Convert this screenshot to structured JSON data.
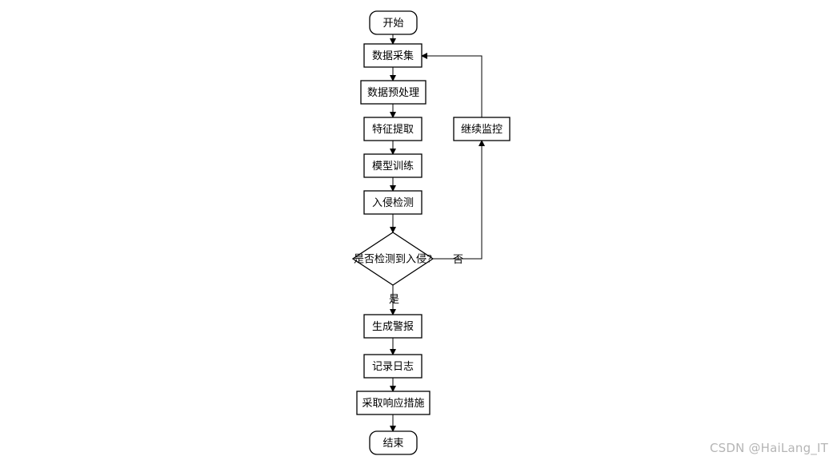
{
  "flowchart": {
    "nodes": [
      {
        "id": "start",
        "shape": "rounded",
        "label": "开始"
      },
      {
        "id": "collect",
        "shape": "rect",
        "label": "数据采集"
      },
      {
        "id": "preprocess",
        "shape": "rect",
        "label": "数据预处理"
      },
      {
        "id": "features",
        "shape": "rect",
        "label": "特征提取"
      },
      {
        "id": "train",
        "shape": "rect",
        "label": "模型训练"
      },
      {
        "id": "detect",
        "shape": "rect",
        "label": "入侵检测"
      },
      {
        "id": "decision",
        "shape": "diamond",
        "label": "是否检测到入侵?"
      },
      {
        "id": "alert",
        "shape": "rect",
        "label": "生成警报"
      },
      {
        "id": "log",
        "shape": "rect",
        "label": "记录日志"
      },
      {
        "id": "respond",
        "shape": "rect",
        "label": "采取响应措施"
      },
      {
        "id": "end",
        "shape": "rounded",
        "label": "结束"
      },
      {
        "id": "monitor",
        "shape": "rect",
        "label": "继续监控"
      }
    ],
    "edges": [
      {
        "from": "start",
        "to": "collect"
      },
      {
        "from": "collect",
        "to": "preprocess"
      },
      {
        "from": "preprocess",
        "to": "features"
      },
      {
        "from": "features",
        "to": "train"
      },
      {
        "from": "train",
        "to": "detect"
      },
      {
        "from": "detect",
        "to": "decision"
      },
      {
        "from": "decision",
        "to": "alert",
        "label": "是"
      },
      {
        "from": "alert",
        "to": "log"
      },
      {
        "from": "log",
        "to": "respond"
      },
      {
        "from": "respond",
        "to": "end"
      },
      {
        "from": "decision",
        "to": "monitor",
        "label": "否"
      },
      {
        "from": "monitor",
        "to": "collect"
      }
    ]
  },
  "watermark": "CSDN @HaiLang_IT"
}
